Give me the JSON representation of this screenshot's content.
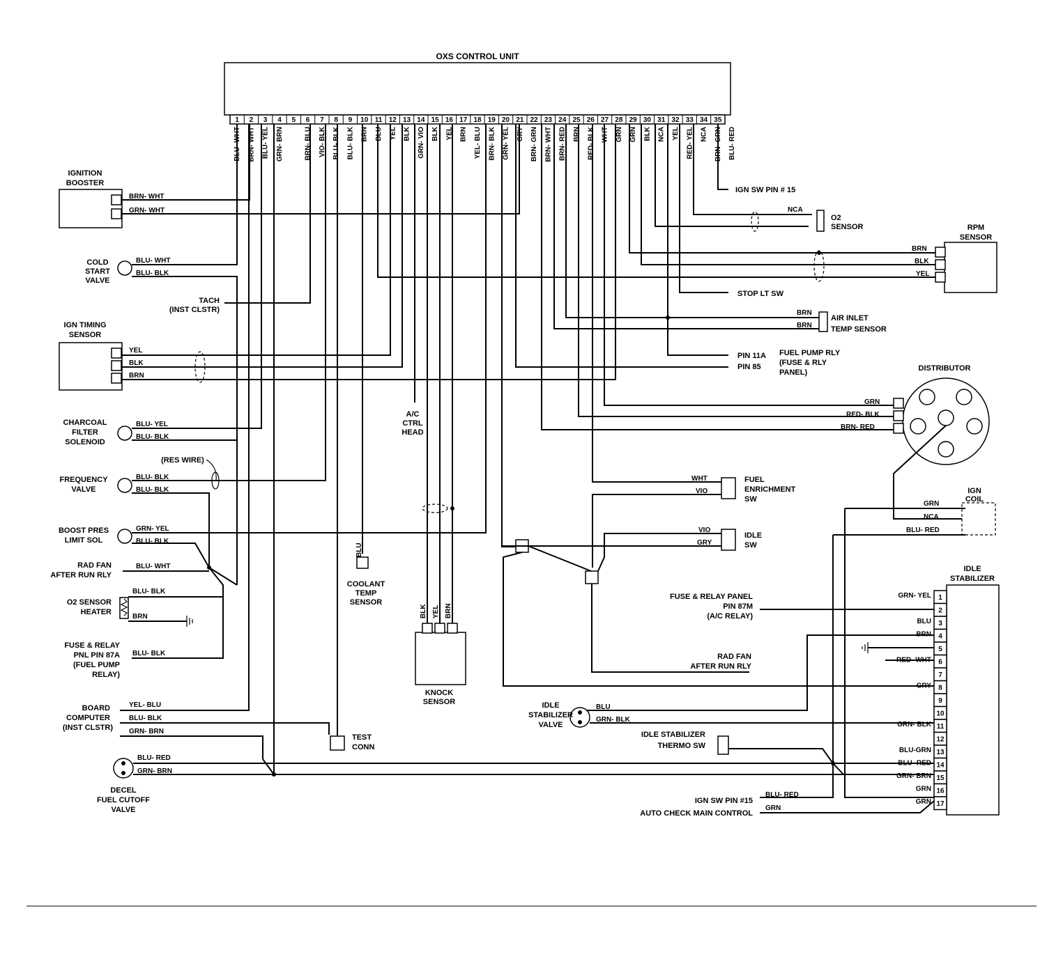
{
  "control_unit": {
    "title": "OXS CONTROL UNIT",
    "pins": [
      "1",
      "2",
      "3",
      "4",
      "5",
      "6",
      "7",
      "8",
      "9",
      "10",
      "11",
      "12",
      "13",
      "14",
      "15",
      "16",
      "17",
      "18",
      "19",
      "20",
      "21",
      "22",
      "23",
      "24",
      "25",
      "26",
      "27",
      "28",
      "29",
      "30",
      "31",
      "32",
      "33",
      "34",
      "35"
    ],
    "wire_colors": [
      "BLU- WHT",
      "BRN- WHT",
      "BLU- YEL",
      "GRN- BRN",
      "",
      "BRN- BLU",
      "VIO- BLK",
      "BLU- BLK",
      "BLU- BLK",
      "BRN",
      "BLU",
      "YEL",
      "BLK",
      "GRN- VIO",
      "BLK",
      "YEL",
      "BRN",
      "YEL- BLU",
      "BRN- BLK",
      "GRN- YEL",
      "GRY",
      "BRN- GRN",
      "BRN- WHT",
      "BRN- RED",
      "BRN",
      "RED- BLK",
      "WHT",
      "GRN",
      "GRN",
      "BLK",
      "NCA",
      "YEL",
      "RED- YEL",
      "NCA",
      "BRN- GRN",
      "BLU- RED"
    ]
  },
  "components": {
    "ignition_booster": {
      "label1": "IGNITION",
      "label2": "BOOSTER",
      "wire1": "BRN- WHT",
      "wire2": "GRN- WHT"
    },
    "cold_start": {
      "label1": "COLD",
      "label2": "START",
      "label3": "VALVE",
      "wire1": "BLU- WHT",
      "wire2": "BLU- BLK"
    },
    "tach": {
      "label1": "TACH",
      "label2": "(INST CLSTR)"
    },
    "ign_timing": {
      "label1": "IGN TIMING",
      "label2": "SENSOR",
      "wire1": "YEL",
      "wire2": "BLK",
      "wire3": "BRN"
    },
    "charcoal": {
      "label1": "CHARCOAL",
      "label2": "FILTER",
      "label3": "SOLENOID",
      "wire1": "BLU- YEL",
      "wire2": "BLU- BLK"
    },
    "res_wire": "(RES WIRE)",
    "frequency": {
      "label1": "FREQUENCY",
      "label2": "VALVE",
      "wire1": "BLU- BLK",
      "wire2": "BLU- BLK"
    },
    "boost": {
      "label1": "BOOST PRES",
      "label2": "LIMIT SOL",
      "wire1": "GRN- YEL",
      "wire2": "BLU- BLK"
    },
    "rad_fan_left": {
      "label1": "RAD FAN",
      "label2": "AFTER RUN RLY",
      "wire1": "BLU- WHT"
    },
    "o2_heater": {
      "label1": "O2 SENSOR",
      "label2": "HEATER",
      "wire1": "BLU- BLK",
      "wire2": "BRN"
    },
    "fuse_87a": {
      "label1": "FUSE & RELAY",
      "label2": "PNL PIN 87A",
      "label3": "(FUEL PUMP",
      "label4": "RELAY)",
      "wire1": "BLU- BLK"
    },
    "board": {
      "label1": "BOARD",
      "label2": "COMPUTER",
      "label3": "(INST CLSTR)",
      "wire1": "YEL- BLU",
      "wire2": "BLU- BLK",
      "wire3": "GRN- BRN"
    },
    "decel": {
      "label1": "DECEL",
      "label2": "FUEL CUTOFF",
      "label3": "VALVE",
      "wire1": "BLU- RED",
      "wire2": "GRN- BRN"
    },
    "ac_ctrl": {
      "label1": "A/C",
      "label2": "CTRL",
      "label3": "HEAD"
    },
    "coolant": {
      "label1": "COOLANT",
      "label2": "TEMP",
      "label3": "SENSOR",
      "wire1": "BLU"
    },
    "test_conn": {
      "label1": "TEST",
      "label2": "CONN"
    },
    "knock": {
      "label1": "KNOCK",
      "label2": "SENSOR",
      "wire1": "BLK",
      "wire2": "YEL",
      "wire3": "BRN"
    },
    "ign_sw_15": "IGN SW PIN # 15",
    "o2_sensor": {
      "label1": "O2",
      "label2": "SENSOR",
      "wire1": "NCA"
    },
    "rpm": {
      "label1": "RPM",
      "label2": "SENSOR",
      "wire1": "BRN",
      "wire2": "BLK",
      "wire3": "YEL"
    },
    "stop_lt": "STOP LT SW",
    "air_inlet": {
      "label1": "AIR INLET",
      "label2": "TEMP SENSOR",
      "wire1": "BRN",
      "wire2": "BRN"
    },
    "fuel_pump": {
      "pin1": "PIN 11A",
      "pin2": "PIN 85",
      "label1": "FUEL PUMP RLY",
      "label2": "(FUSE & RLY",
      "label3": "PANEL)"
    },
    "distributor": {
      "label": "DISTRIBUTOR",
      "wire1": "GRN",
      "wire2": "RED- BLK",
      "wire3": "BRN- RED"
    },
    "fuel_enrich": {
      "label1": "FUEL",
      "label2": "ENRICHMENT",
      "label3": "SW",
      "wire1": "WHT",
      "wire2": "VIO"
    },
    "idle_sw": {
      "label1": "IDLE",
      "label2": "SW",
      "wire1": "VIO",
      "wire2": "GRY"
    },
    "ign_coil": {
      "label1": "IGN",
      "label2": "COIL",
      "wire1": "GRN",
      "wire2": "NCA",
      "wire3": "BLU- RED"
    },
    "idle_stab": {
      "label1": "IDLE",
      "label2": "STABILIZER"
    },
    "fuse_87m": {
      "label1": "FUSE & RELAY PANEL",
      "label2": "PIN 87M",
      "label3": "(A/C RELAY)"
    },
    "rad_fan_right": {
      "label1": "RAD FAN",
      "label2": "AFTER RUN RLY"
    },
    "idle_valve": {
      "label1": "IDLE",
      "label2": "STABILIZER",
      "label3": "VALVE",
      "wire1": "BLU",
      "wire2": "GRN- BLK"
    },
    "idle_thermo": {
      "label1": "IDLE STABILIZER",
      "label2": "THERMO SW"
    },
    "ign_sw_bottom": {
      "label": "IGN SW PIN #15",
      "wire": "BLU- RED"
    },
    "auto_check": {
      "label": "AUTO CHECK MAIN CONTROL",
      "wire": "GRN"
    }
  },
  "idle_stab_pins": [
    "1",
    "2",
    "3",
    "4",
    "5",
    "6",
    "7",
    "8",
    "9",
    "10",
    "11",
    "12",
    "13",
    "14",
    "15",
    "16",
    "17"
  ],
  "idle_stab_wires": [
    "GRN- YEL",
    "",
    "BLU",
    "BRN",
    "",
    "RED- WHT",
    "",
    "GRY",
    "",
    "",
    "GRN- BLK",
    "",
    "BLU-GRN",
    "BLU- RED",
    "GRN- BRN",
    "GRN",
    "GRN"
  ]
}
